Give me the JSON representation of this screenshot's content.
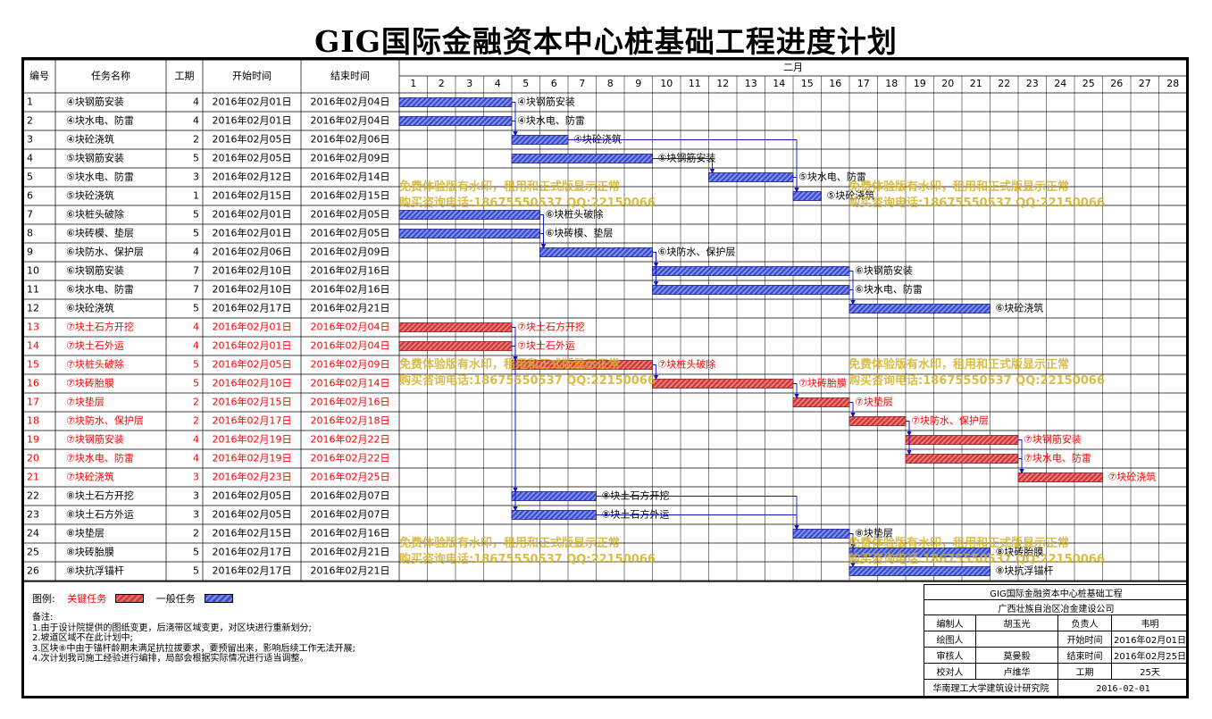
{
  "title": "GIG国际金融资本中心桩基础工程进度计划",
  "headers": {
    "id": "编号",
    "name": "任务名称",
    "dur": "工期",
    "start": "开始时间",
    "end": "结束时间",
    "month": "二月"
  },
  "colors": {
    "critical_fill": "#d03a3a",
    "critical_text": "#ff0000",
    "normal_fill": "#3d4fd0",
    "normal_text": "#000000",
    "link": "#1010c8",
    "watermark": "#d4b028"
  },
  "chart_data": {
    "type": "gantt",
    "x_unit": "day of February 2016",
    "days": [
      1,
      2,
      3,
      4,
      5,
      6,
      7,
      8,
      9,
      10,
      11,
      12,
      13,
      14,
      15,
      16,
      17,
      18,
      19,
      20,
      21,
      22,
      23,
      24,
      25,
      26,
      27,
      28
    ],
    "tasks": [
      {
        "id": "1",
        "name": "④块钢筋安装",
        "dur": "4",
        "start": "2016年02月01日",
        "end": "2016年02月04日",
        "s": 1,
        "e": 4,
        "critical": false
      },
      {
        "id": "2",
        "name": "④块水电、防雷",
        "dur": "4",
        "start": "2016年02月01日",
        "end": "2016年02月04日",
        "s": 1,
        "e": 4,
        "critical": false
      },
      {
        "id": "3",
        "name": "④块砼浇筑",
        "dur": "2",
        "start": "2016年02月05日",
        "end": "2016年02月06日",
        "s": 5,
        "e": 6,
        "critical": false
      },
      {
        "id": "4",
        "name": "⑤块钢筋安装",
        "dur": "5",
        "start": "2016年02月05日",
        "end": "2016年02月09日",
        "s": 5,
        "e": 9,
        "critical": false
      },
      {
        "id": "5",
        "name": "⑤块水电、防雷",
        "dur": "3",
        "start": "2016年02月12日",
        "end": "2016年02月14日",
        "s": 12,
        "e": 14,
        "critical": false
      },
      {
        "id": "6",
        "name": "⑤块砼浇筑",
        "dur": "1",
        "start": "2016年02月15日",
        "end": "2016年02月15日",
        "s": 15,
        "e": 15,
        "critical": false
      },
      {
        "id": "7",
        "name": "⑥块桩头破除",
        "dur": "5",
        "start": "2016年02月01日",
        "end": "2016年02月05日",
        "s": 1,
        "e": 5,
        "critical": false
      },
      {
        "id": "8",
        "name": "⑥块砖模、垫层",
        "dur": "5",
        "start": "2016年02月01日",
        "end": "2016年02月05日",
        "s": 1,
        "e": 5,
        "critical": false
      },
      {
        "id": "9",
        "name": "⑥块防水、保护层",
        "dur": "4",
        "start": "2016年02月06日",
        "end": "2016年02月09日",
        "s": 6,
        "e": 9,
        "critical": false
      },
      {
        "id": "10",
        "name": "⑥块钢筋安装",
        "dur": "7",
        "start": "2016年02月10日",
        "end": "2016年02月16日",
        "s": 10,
        "e": 16,
        "critical": false
      },
      {
        "id": "11",
        "name": "⑥块水电、防雷",
        "dur": "7",
        "start": "2016年02月10日",
        "end": "2016年02月16日",
        "s": 10,
        "e": 16,
        "critical": false
      },
      {
        "id": "12",
        "name": "⑥块砼浇筑",
        "dur": "5",
        "start": "2016年02月17日",
        "end": "2016年02月21日",
        "s": 17,
        "e": 21,
        "critical": false
      },
      {
        "id": "13",
        "name": "⑦块土石方开挖",
        "dur": "4",
        "start": "2016年02月01日",
        "end": "2016年02月04日",
        "s": 1,
        "e": 4,
        "critical": true
      },
      {
        "id": "14",
        "name": "⑦块土石外运",
        "dur": "4",
        "start": "2016年02月01日",
        "end": "2016年02月04日",
        "s": 1,
        "e": 4,
        "critical": true
      },
      {
        "id": "15",
        "name": "⑦块桩头破除",
        "dur": "5",
        "start": "2016年02月05日",
        "end": "2016年02月09日",
        "s": 5,
        "e": 9,
        "critical": true
      },
      {
        "id": "16",
        "name": "⑦块砖胎膜",
        "dur": "5",
        "start": "2016年02月10日",
        "end": "2016年02月14日",
        "s": 10,
        "e": 14,
        "critical": true
      },
      {
        "id": "17",
        "name": "⑦块垫层",
        "dur": "2",
        "start": "2016年02月15日",
        "end": "2016年02月16日",
        "s": 15,
        "e": 16,
        "critical": true
      },
      {
        "id": "18",
        "name": "⑦块防水、保护层",
        "dur": "2",
        "start": "2016年02月17日",
        "end": "2016年02月18日",
        "s": 17,
        "e": 18,
        "critical": true
      },
      {
        "id": "19",
        "name": "⑦块钢筋安装",
        "dur": "4",
        "start": "2016年02月19日",
        "end": "2016年02月22日",
        "s": 19,
        "e": 22,
        "critical": true
      },
      {
        "id": "20",
        "name": "⑦块水电、防雷",
        "dur": "4",
        "start": "2016年02月19日",
        "end": "2016年02月22日",
        "s": 19,
        "e": 22,
        "critical": true
      },
      {
        "id": "21",
        "name": "⑦块砼浇筑",
        "dur": "3",
        "start": "2016年02月23日",
        "end": "2016年02月25日",
        "s": 23,
        "e": 25,
        "critical": true
      },
      {
        "id": "22",
        "name": "⑧块土石方开挖",
        "dur": "3",
        "start": "2016年02月05日",
        "end": "2016年02月07日",
        "s": 5,
        "e": 7,
        "critical": false
      },
      {
        "id": "23",
        "name": "⑧块土石方外运",
        "dur": "3",
        "start": "2016年02月05日",
        "end": "2016年02月07日",
        "s": 5,
        "e": 7,
        "critical": false
      },
      {
        "id": "24",
        "name": "⑧块垫层",
        "dur": "2",
        "start": "2016年02月15日",
        "end": "2016年02月16日",
        "s": 15,
        "e": 16,
        "critical": false
      },
      {
        "id": "25",
        "name": "⑧块砖胎膜",
        "dur": "5",
        "start": "2016年02月17日",
        "end": "2016年02月21日",
        "s": 17,
        "e": 21,
        "critical": false
      },
      {
        "id": "26",
        "name": "⑧块抗浮锚杆",
        "dur": "5",
        "start": "2016年02月17日",
        "end": "2016年02月21日",
        "s": 17,
        "e": 21,
        "critical": false
      }
    ],
    "links": [
      [
        1,
        3
      ],
      [
        2,
        3
      ],
      [
        3,
        6
      ],
      [
        4,
        5
      ],
      [
        5,
        6
      ],
      [
        7,
        9
      ],
      [
        8,
        9
      ],
      [
        9,
        10
      ],
      [
        9,
        11
      ],
      [
        10,
        12
      ],
      [
        11,
        12
      ],
      [
        13,
        15
      ],
      [
        14,
        15
      ],
      [
        15,
        16
      ],
      [
        16,
        17
      ],
      [
        17,
        18
      ],
      [
        18,
        19
      ],
      [
        18,
        20
      ],
      [
        19,
        21
      ],
      [
        20,
        21
      ],
      [
        13,
        22
      ],
      [
        14,
        23
      ],
      [
        22,
        24
      ],
      [
        23,
        24
      ],
      [
        24,
        25
      ],
      [
        24,
        26
      ]
    ]
  },
  "legend": {
    "label": "图例:",
    "critical": "关键任务",
    "normal": "一般任务"
  },
  "notes": [
    "备注:",
    "1.由于设计院提供的图纸变更，后浇带区域变更，对区块进行重新划分;",
    "2.坡道区域不在此计划中;",
    "3.区块⑧中由于锚杆龄期未满足抗拉拔要求，要预留出来，影响后续工作无法开展;",
    "4.次计划我司施工经验进行编排，局部会根据实际情况进行适当调整。"
  ],
  "titleblock": {
    "project": "GIG国际金融资本中心桩基础工程",
    "company": "广西壮族自治区冶金建设公司",
    "compiler_label": "编制人",
    "compiler": "胡玉光",
    "leader_label": "负责人",
    "leader": "韦明",
    "drawer_label": "绘图人",
    "start_label": "开始时间",
    "start": "2016年02月01日",
    "checker_label": "审核人",
    "checker": "莫曼毅",
    "end_label": "结束时间",
    "end": "2016年02月25日",
    "proof_label": "校对人",
    "proof": "卢维华",
    "duration_label": "工期",
    "duration": "25天",
    "institute": "华南理工大学建筑设计研究院",
    "date": "2016-02-01"
  },
  "watermark": {
    "line1": "免费体验版有水印，租用和正式版显示正常",
    "line2": "购买咨询电话:18675550537 QQ:22150066"
  }
}
